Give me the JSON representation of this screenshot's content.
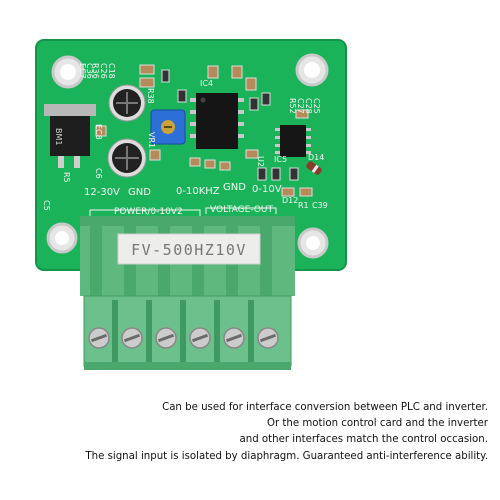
{
  "board": {
    "silkscreen": {
      "refs_left": [
        "R36",
        "C26",
        "C18",
        "C36",
        "EC7"
      ],
      "ref_r38": "R38",
      "ref_ec8": "EC8",
      "ref_vr1": "VR1",
      "ref_c5": "C5",
      "ref_r5": "R5",
      "ref_c6": "C6",
      "ref_ic4": "IC4",
      "refs_right": [
        "R52",
        "C27",
        "C28",
        "C25"
      ],
      "ref_d14": "D14",
      "ref_d12": "D12",
      "ref_r1": "R1",
      "ref_c39": "C39",
      "ref_u2": "U2",
      "ref_ic5": "IC5",
      "ref_bm1": "BM1",
      "pin_labels": [
        "12-30V",
        "GND",
        "0-10KHZ",
        "GND",
        "0-10V"
      ],
      "group_power": "POWER/0-10V2",
      "group_voltage_out": "VOLTAGE-OUT",
      "model_label": "FV-500HZ10V"
    },
    "colors": {
      "pcb": "#1bb35a",
      "terminal_block": "#5fb97f",
      "terminal_dark": "#3f9a62",
      "label_sticker": "#ededec",
      "trimpot": "#2c6fd6"
    }
  },
  "caption": {
    "lines": [
      "Can be used for interface conversion between PLC and inverter.",
      "Or the motion control card and the inverter",
      "and other interfaces match the control occasion.",
      "The signal input is isolated by diaphragm. Guaranteed anti-interference ability."
    ]
  }
}
